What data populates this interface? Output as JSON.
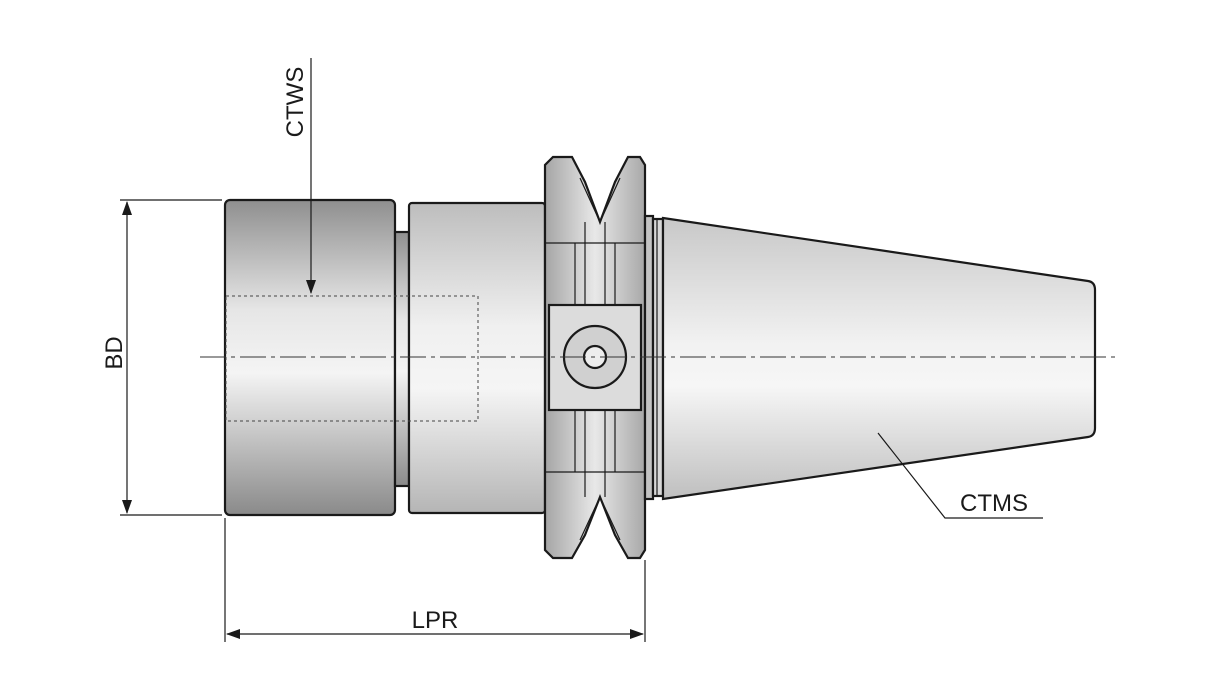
{
  "labels": {
    "bd": "BD",
    "ctws": "CTWS",
    "lpr": "LPR",
    "ctms": "CTMS"
  },
  "colors": {
    "line": "#1a1a1a",
    "body_dark": "#9a9a9a",
    "body_mid": "#cfcfcf",
    "body_light": "#f2f2f2"
  }
}
